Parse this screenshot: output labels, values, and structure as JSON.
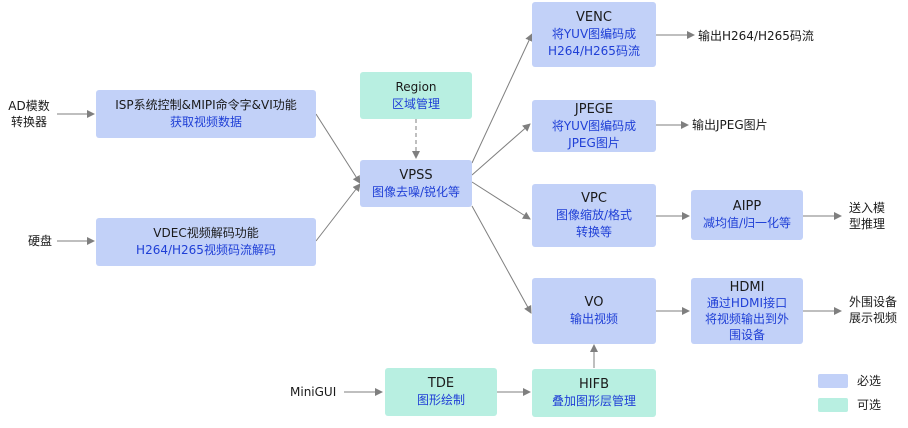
{
  "inputs": {
    "ad": [
      "AD模数",
      "转换器"
    ],
    "disk": "硬盘",
    "minigui": "MiniGUI"
  },
  "boxes": {
    "isp": {
      "title": "ISP系统控制&MIPI命令字&VI功能",
      "sub": "获取视频数据"
    },
    "vdec": {
      "title": "VDEC视频解码功能",
      "sub": "H264/H265视频码流解码"
    },
    "region": {
      "title": "Region",
      "sub": "区域管理"
    },
    "vpss": {
      "title": "VPSS",
      "sub": "图像去噪/锐化等"
    },
    "venc": {
      "title": "VENC",
      "sub": [
        "将YUV图编码成",
        "H264/H265码流"
      ]
    },
    "jpege": {
      "title": "JPEGE",
      "sub": [
        "将YUV图编码成",
        "JPEG图片"
      ]
    },
    "vpc": {
      "title": "VPC",
      "sub": [
        "图像缩放/格式",
        "转换等"
      ]
    },
    "aipp": {
      "title": "AIPP",
      "sub": "减均值/归一化等"
    },
    "vo": {
      "title": "VO",
      "sub": "输出视频"
    },
    "hdmi": {
      "title": "HDMI",
      "sub": [
        "通过HDMI接口",
        "将视频输出到外",
        "围设备"
      ]
    },
    "tde": {
      "title": "TDE",
      "sub": "图形绘制"
    },
    "hifb": {
      "title": "HIFB",
      "sub": "叠加图形层管理"
    }
  },
  "outputs": {
    "venc": "输出H264/H265码流",
    "jpege": "输出JPEG图片",
    "aipp": [
      "送入模",
      "型推理"
    ],
    "hdmi": [
      "外围设备",
      "展示视频"
    ]
  },
  "legend": {
    "required": "必选",
    "optional": "可选"
  },
  "colors": {
    "required": "#c2d1f8",
    "optional": "#b8efe1",
    "subtext": "#1f3fd6",
    "arrow": "#7f7f7f"
  }
}
